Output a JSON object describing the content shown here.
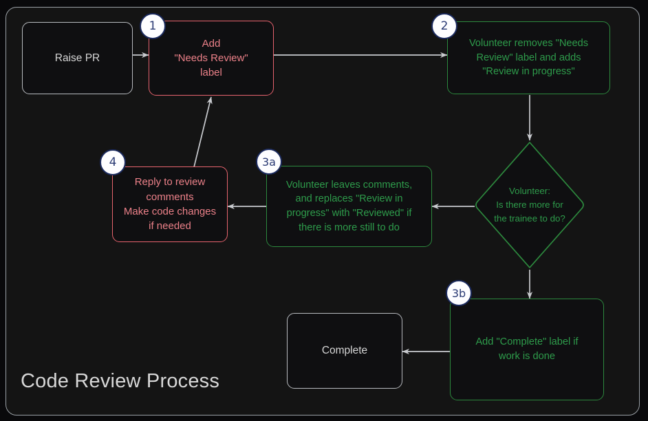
{
  "diagram": {
    "title": "Code Review Process",
    "type": "flowchart",
    "colors": {
      "background": "#09090b",
      "container_fill": "#141414",
      "container_border": "#9aa0a6",
      "neutral_border": "#b9bcc0",
      "neutral_text": "#d7d7d7",
      "red_border": "#e8646e",
      "red_text": "#ec8189",
      "green_border": "#2d8a3e",
      "green_text": "#2e9c4b",
      "edge_stroke": "#c9cbcf",
      "badge_fill": "#fdfdff",
      "badge_border": "#1b2a5e",
      "badge_text": "#2a3a74"
    }
  },
  "nodes": [
    {
      "id": "raise-pr",
      "label": "Raise PR",
      "shape": "rounded-rect",
      "style": "neutral"
    },
    {
      "id": "step1",
      "label": "Add\n\"Needs Review\"\nlabel",
      "shape": "rounded-rect",
      "style": "red",
      "badge": "1"
    },
    {
      "id": "step2",
      "label": "Volunteer removes \"Needs\nReview\" label and adds\n\"Review in progress\"",
      "shape": "rounded-rect",
      "style": "green",
      "badge": "2"
    },
    {
      "id": "decision",
      "label": "Volunteer:\nIs there more for\nthe trainee to do?",
      "shape": "diamond",
      "style": "green"
    },
    {
      "id": "step3a",
      "label": "Volunteer leaves comments,\nand replaces \"Review in\nprogress\" with \"Reviewed\" if\nthere is more still to do",
      "shape": "rounded-rect",
      "style": "green",
      "badge": "3a"
    },
    {
      "id": "step4",
      "label": "Reply to review\ncomments\nMake code changes\nif needed",
      "shape": "rounded-rect",
      "style": "red",
      "badge": "4"
    },
    {
      "id": "step3b",
      "label": "Add \"Complete\" label if\nwork is done",
      "shape": "rounded-rect",
      "style": "green",
      "badge": "3b"
    },
    {
      "id": "complete",
      "label": "Complete",
      "shape": "rounded-rect",
      "style": "neutral"
    }
  ],
  "edges": [
    {
      "from": "raise-pr",
      "to": "step1",
      "direction": "right"
    },
    {
      "from": "step1",
      "to": "step2",
      "direction": "right"
    },
    {
      "from": "step2",
      "to": "decision",
      "direction": "down"
    },
    {
      "from": "decision",
      "to": "step3a",
      "direction": "left"
    },
    {
      "from": "step3a",
      "to": "step4",
      "direction": "left"
    },
    {
      "from": "step4",
      "to": "step1",
      "direction": "up-right"
    },
    {
      "from": "decision",
      "to": "step3b",
      "direction": "down"
    },
    {
      "from": "step3b",
      "to": "complete",
      "direction": "left"
    }
  ],
  "badges": {
    "one": "1",
    "two": "2",
    "three_a": "3a",
    "three_b": "3b",
    "four": "4"
  }
}
